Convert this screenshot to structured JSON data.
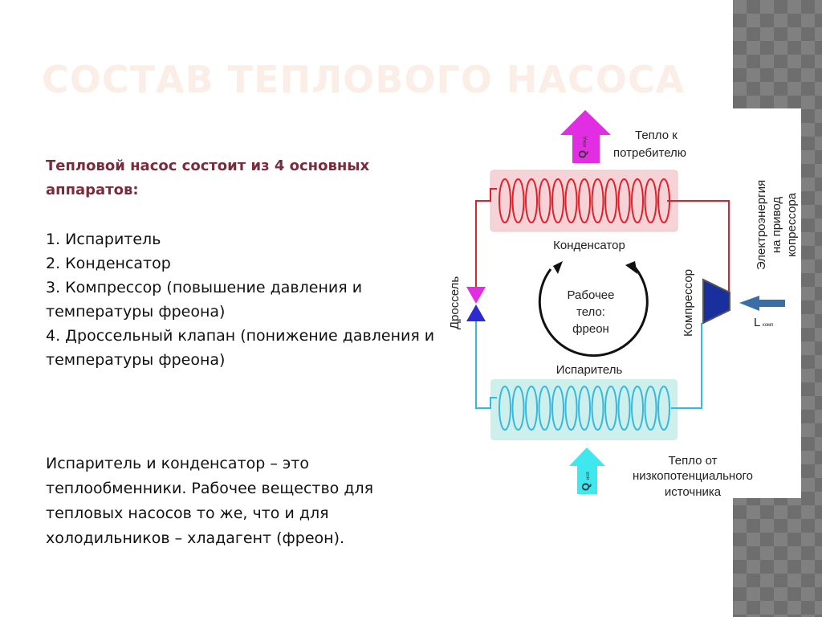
{
  "title": "СОСТАВ ТЕПЛОВОГО НАСОСА",
  "intro": "Тепловой насос состоит из 4 основных аппаратов:",
  "list": [
    "1. Испаритель",
    "2. Конденсатор",
    "3. Компрессор (повышение давления и температуры фреона)",
    "4. Дроссельный клапан (понижение давления и температуры фреона)"
  ],
  "paragraph": "Испаритель и конденсатор – это теплообменники. Рабочее вещество для тепловых насосов то же, что и для холодильников – хладагент (фреон).",
  "diagram": {
    "heat_out": [
      "Тепло к",
      "потребителю"
    ],
    "q_out": "Q",
    "q_out_sub": "конд",
    "condenser": "Конденсатор",
    "evaporator": "Испаритель",
    "working_body": [
      "Рабочее",
      "тело:",
      "фреон"
    ],
    "throttle": "Дроссель",
    "compressor": "Компрессор",
    "electricity": [
      "Электроэнергия",
      "на привод",
      "копрессора"
    ],
    "l": "L",
    "l_sub": "комп",
    "heat_in": [
      "Тепло от",
      "низкопотенциального",
      "источника"
    ],
    "q_in": "Q",
    "q_in_sub": "исп"
  },
  "colors": {
    "hot": "#e0202a",
    "cold": "#38b8de",
    "magenta": "#e22ee2",
    "cyan": "#3ee8ee",
    "compressor": "#1a2f9e"
  }
}
